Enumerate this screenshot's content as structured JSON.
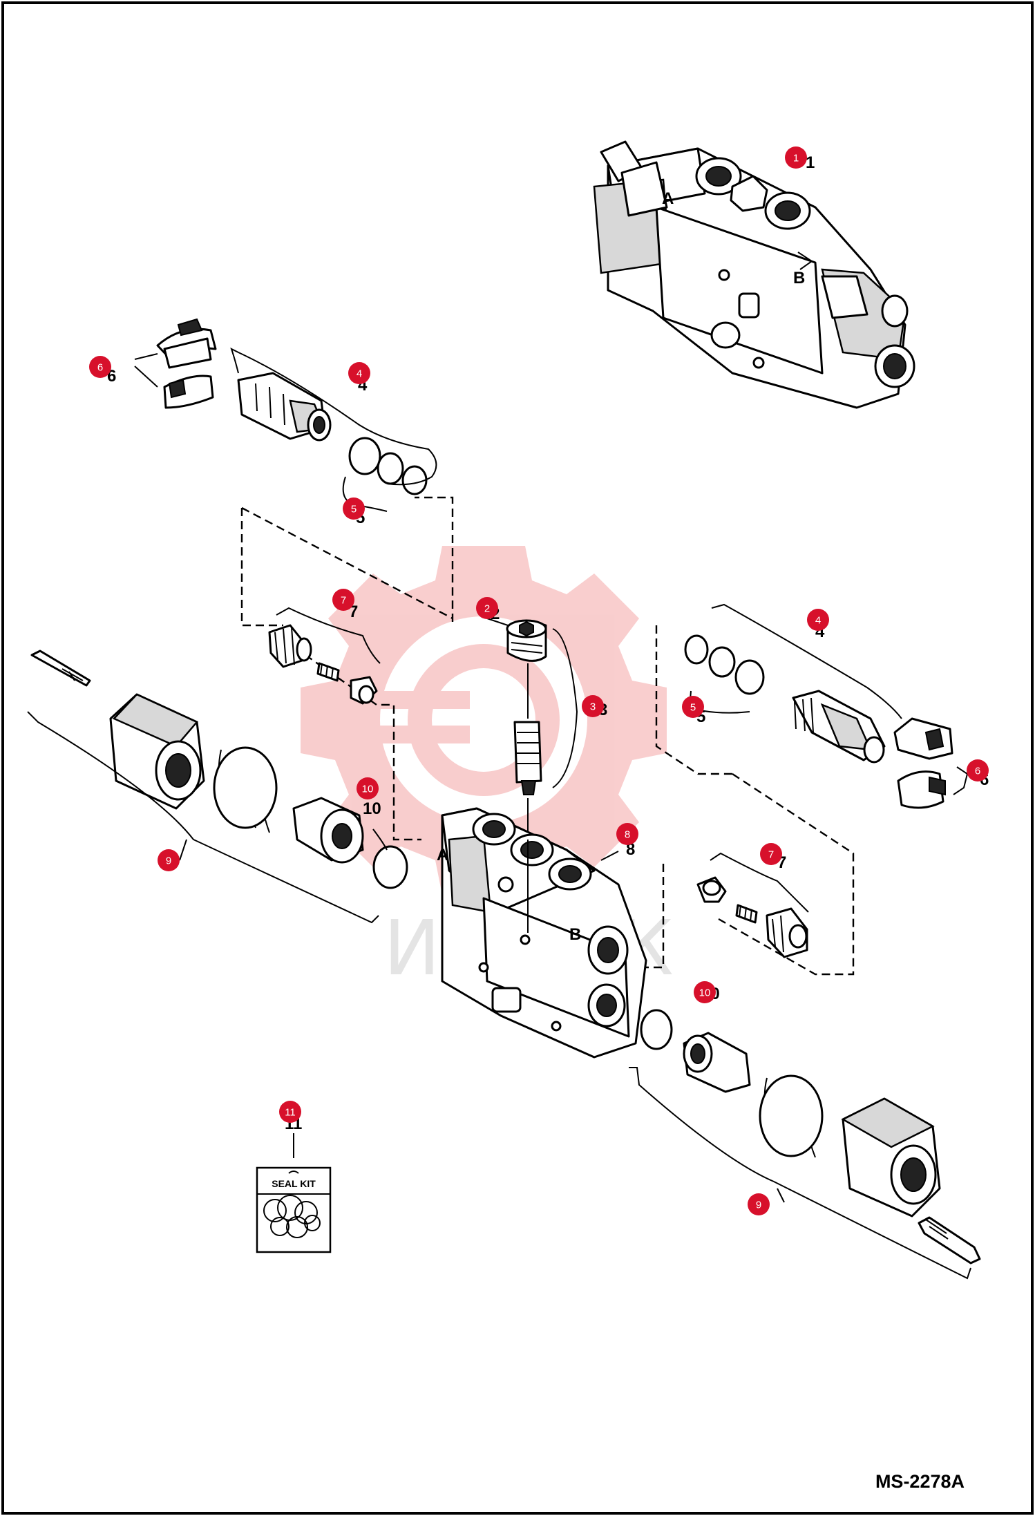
{
  "drawing_number": "MS-2278A",
  "seal_kit_label": "SEAL KIT",
  "watermark_text": "ИНТЕК",
  "port_labels": {
    "port_a": "A",
    "port_b": "B"
  },
  "callouts": [
    {
      "number": "1"
    },
    {
      "number": "2"
    },
    {
      "number": "3"
    },
    {
      "number": "4"
    },
    {
      "number": "4"
    },
    {
      "number": "5"
    },
    {
      "number": "5"
    },
    {
      "number": "6"
    },
    {
      "number": "6"
    },
    {
      "number": "7"
    },
    {
      "number": "7"
    },
    {
      "number": "8"
    },
    {
      "number": "9"
    },
    {
      "number": "9"
    },
    {
      "number": "10"
    },
    {
      "number": "10"
    },
    {
      "number": "11"
    }
  ],
  "colors": {
    "callout_fill": "#d7102b",
    "watermark": "#f2b3b3",
    "line": "#000000"
  }
}
